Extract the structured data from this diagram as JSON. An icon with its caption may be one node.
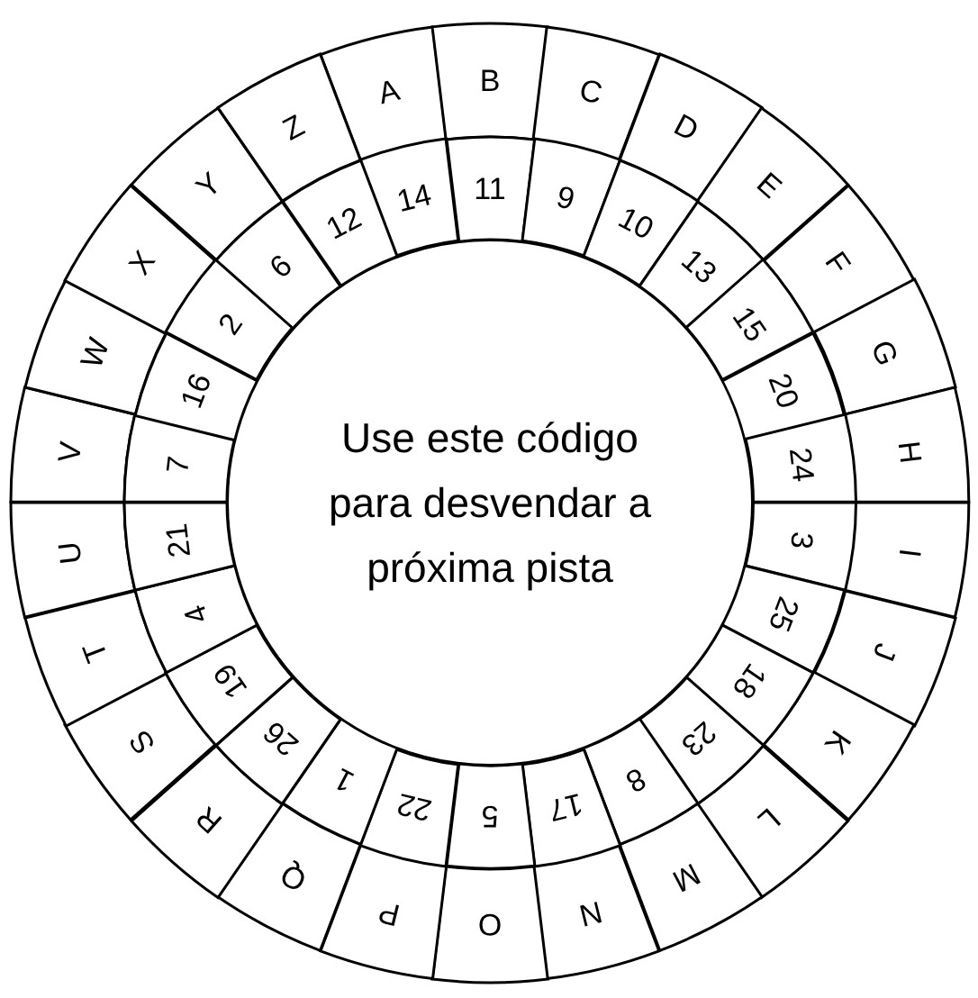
{
  "diagram": {
    "nodes": [
      {
        "text": [
          "Use este código para desvendar a próxima pista"
        ]
      },
      {
        "text": [
          "A"
        ]
      },
      {
        "text": [
          "B"
        ]
      },
      {
        "text": [
          "C"
        ]
      },
      {
        "text": [
          "D"
        ]
      },
      {
        "text": [
          "E"
        ]
      },
      {
        "text": [
          "F"
        ]
      },
      {
        "text": [
          "G"
        ]
      },
      {
        "text": [
          "H"
        ]
      },
      {
        "text": [
          "I"
        ]
      },
      {
        "text": [
          "J"
        ]
      },
      {
        "text": [
          "K"
        ]
      },
      {
        "text": [
          "L"
        ]
      },
      {
        "text": [
          "M"
        ]
      },
      {
        "text": [
          "N"
        ]
      },
      {
        "text": [
          "O"
        ]
      },
      {
        "text": [
          "P"
        ]
      },
      {
        "text": [
          "Q"
        ]
      },
      {
        "text": [
          "R"
        ]
      },
      {
        "text": [
          "S"
        ]
      },
      {
        "text": [
          "T"
        ]
      },
      {
        "text": [
          "U"
        ]
      },
      {
        "text": [
          "V"
        ]
      },
      {
        "text": [
          "W"
        ]
      },
      {
        "text": [
          "X"
        ]
      },
      {
        "text": [
          "Y"
        ]
      },
      {
        "text": [
          "Z"
        ]
      },
      {
        "text": [
          "14"
        ]
      },
      {
        "text": [
          "11"
        ]
      },
      {
        "text": [
          "9"
        ]
      },
      {
        "text": [
          "10"
        ]
      },
      {
        "text": [
          "13"
        ]
      },
      {
        "text": [
          "15"
        ]
      },
      {
        "text": [
          "20"
        ]
      },
      {
        "text": [
          "24"
        ]
      },
      {
        "text": [
          "3"
        ]
      },
      {
        "text": [
          "25"
        ]
      },
      {
        "text": [
          "18"
        ]
      },
      {
        "text": [
          "23"
        ]
      },
      {
        "text": [
          "8"
        ]
      },
      {
        "text": [
          "17"
        ]
      },
      {
        "text": [
          "5"
        ]
      },
      {
        "text": [
          "22"
        ]
      },
      {
        "text": [
          "1"
        ]
      },
      {
        "text": [
          "26"
        ]
      },
      {
        "text": [
          "19"
        ]
      },
      {
        "text": [
          "4"
        ]
      },
      {
        "text": [
          "21"
        ]
      },
      {
        "text": [
          "7"
        ]
      },
      {
        "text": [
          "16"
        ]
      },
      {
        "text": [
          "2"
        ]
      },
      {
        "text": [
          "6"
        ]
      },
      {
        "text": [
          "12"
        ]
      }
    ]
  }
}
